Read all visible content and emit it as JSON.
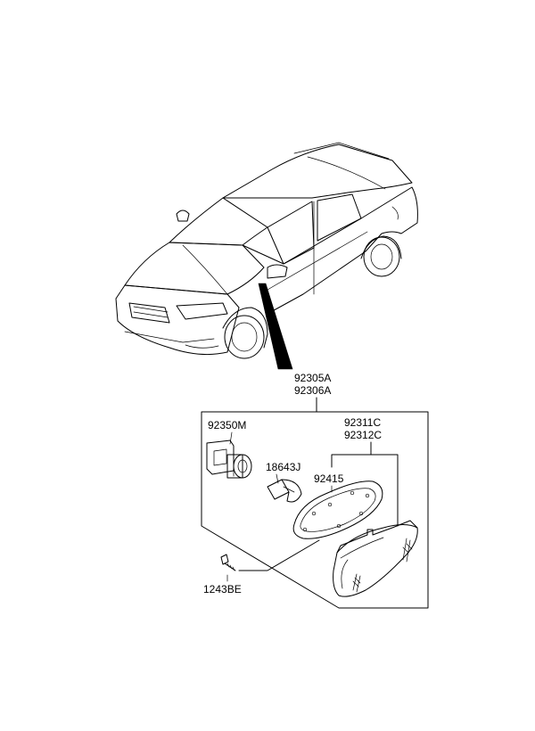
{
  "diagram": {
    "part_numbers": {
      "assembly_lh": "92305A",
      "assembly_rh": "92306A",
      "socket": "92350M",
      "bulb": "18643J",
      "lens_lh": "92311C",
      "lens_rh": "92312C",
      "gasket": "92415",
      "screw": "1243BE"
    }
  }
}
